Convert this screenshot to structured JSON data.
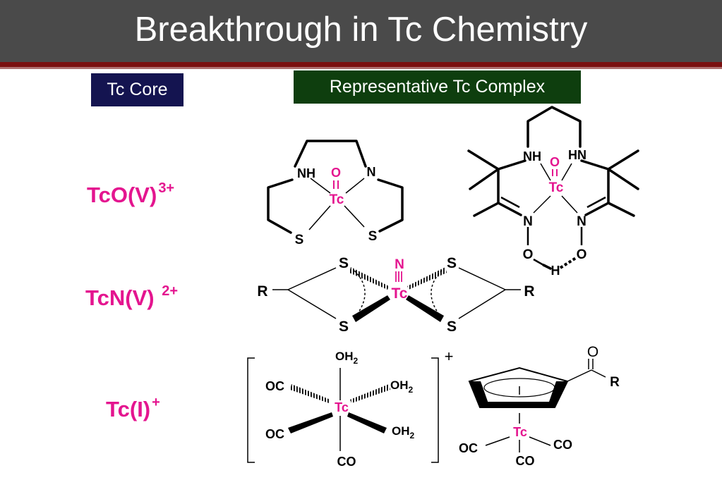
{
  "slide": {
    "title": "Breakthrough in Tc Chemistry",
    "header_core": "Tc Core",
    "header_complex": "Representative Tc Complex",
    "accent_color": "#e4158f",
    "title_bar_color": "#4a4a4a",
    "rule_color": "#7a1010",
    "header_core_color": "#141450",
    "header_complex_color": "#0e3e0e"
  },
  "cores": [
    {
      "formula": "TcO(V)",
      "charge": "3+"
    },
    {
      "formula": "TcN(V) ",
      "charge": "2+"
    },
    {
      "formula": "Tc(I)",
      "charge": "+"
    }
  ],
  "structures": {
    "oxo_n2s2": {
      "metal": "Tc",
      "oxo": "O",
      "nh": "NH",
      "n": "N",
      "s1": "S",
      "s2": "S"
    },
    "oxo_pnao": {
      "metal": "Tc",
      "oxo": "O",
      "nh": "NH",
      "hn": "HN",
      "n1": "N",
      "n2": "N",
      "o1": "O",
      "o2": "O",
      "h": "H"
    },
    "nitrido": {
      "metal": "Tc",
      "nitrido": "N",
      "s1": "S",
      "s2": "S",
      "s3": "S",
      "s4": "S",
      "r1": "R",
      "r2": "R"
    },
    "aqua_carbonyl": {
      "metal": "Tc",
      "oh2_top_main": "OH",
      "oh2_top_sub": "2",
      "oh2_right_main": "OH",
      "oh2_right_sub": "2",
      "oh2_lower_main": "OH",
      "oh2_lower_sub": "2",
      "co_left": "OC",
      "co_lower_left": "OC",
      "co_bottom": "CO",
      "charge": "+"
    },
    "cp_carbonyl": {
      "metal": "Tc",
      "o": "O",
      "r": "R",
      "oc": "OC",
      "co_right": "CO",
      "co_bottom": "CO"
    }
  }
}
